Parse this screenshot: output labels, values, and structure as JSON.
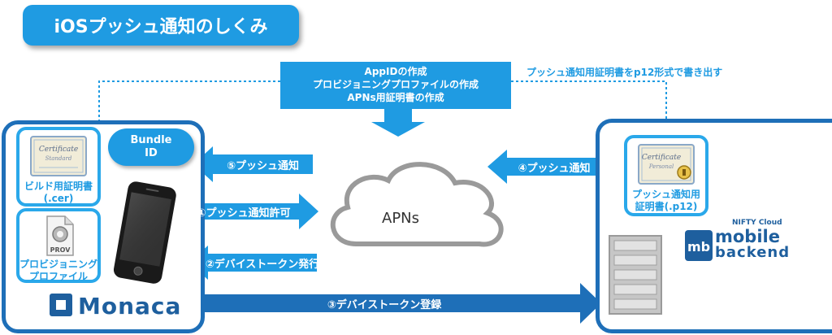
{
  "title": "iOSプッシュ通知のしくみ",
  "top_box": {
    "line1": "AppIDの作成",
    "line2": "プロビジョニングプロファイルの作成",
    "line3": "APNs用証明書の作成"
  },
  "export_label": "プッシュ通知用証明書をp12形式で書き出す",
  "left": {
    "cert_label_line1": "ビルド用証明書",
    "cert_label_line2": "(.cer)",
    "profile_label_line1": "プロビジョニング",
    "profile_label_line2": "プロファイル",
    "profile_icon_text": "PROV",
    "bundle_line1": "Bundle",
    "bundle_line2": "ID",
    "monaca_name": "Monaca"
  },
  "center": {
    "cloud_label": "APNs"
  },
  "right": {
    "cert_label_line1": "プッシュ通知用",
    "cert_label_line2": "証明書(.p12)",
    "nifty_label": "NIFTY Cloud",
    "mb_word1": "mobile",
    "mb_word2": "backend",
    "mb_logo": "mb"
  },
  "arrows": {
    "step5": "⑤プッシュ通知",
    "step1": "①プッシュ通知許可",
    "step2": "②デバイストークン発行",
    "step4": "④プッシュ通知",
    "step3": "③デバイストークン登録"
  },
  "colors": {
    "accent": "#1f9be2",
    "dark": "#1e6fb8",
    "monaca": "#1e5f9e"
  }
}
